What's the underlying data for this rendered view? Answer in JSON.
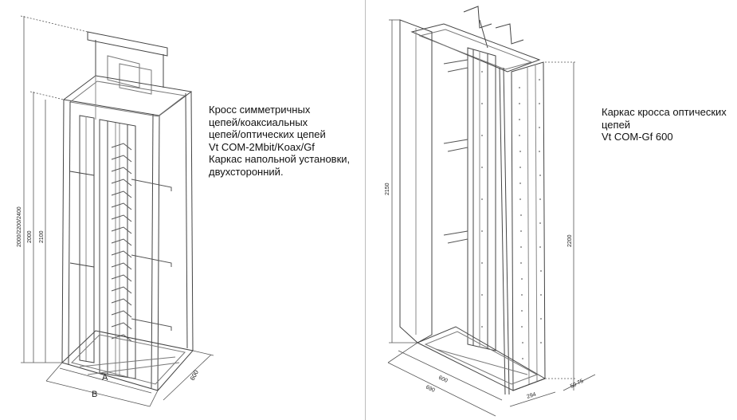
{
  "left": {
    "caption_lines": [
      "Кросс  симметричных",
      "цепей/коаксиальных",
      "цепей/оптических  цепей",
      "Vt COM-2Mbit/Koax/Gf",
      "Каркас напольной  установки,",
      "двухсторонний."
    ],
    "dimension_labels": {
      "overall_height": "2000/2200/2400",
      "height_2": "2000",
      "height_3": "2100",
      "width_a": "A",
      "width_b": "B",
      "depth": "600"
    }
  },
  "right": {
    "caption_lines": [
      "Каркас кросса оптических",
      "цепей",
      "Vt COM-Gf  600"
    ],
    "dimension_labels": {
      "height_left": "2150",
      "height_right": "2200",
      "width_front": "600",
      "depth_bottom": "690",
      "offset": "294",
      "small_gap": "50 75"
    }
  }
}
